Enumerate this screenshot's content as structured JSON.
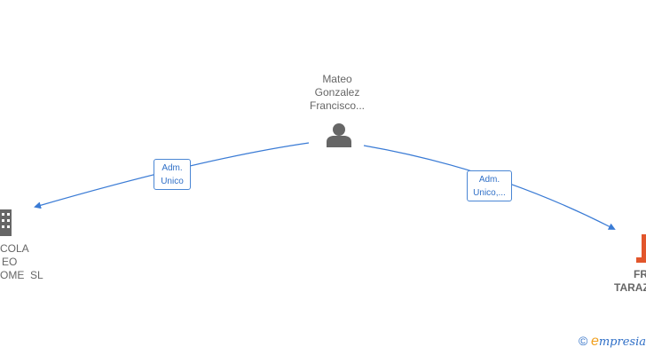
{
  "colors": {
    "edge": "#3a7bd5",
    "person_icon": "#666666",
    "company_icon": "#666666",
    "company_icon_red": "#e2562c",
    "label_text": "#666666"
  },
  "nodes": {
    "center": {
      "lines": [
        "Mateo",
        "Gonzalez",
        "Francisco..."
      ],
      "icon": "person-icon"
    },
    "left": {
      "lines": [
        "COLA",
        "EO",
        "OME  SL"
      ],
      "icon": "building-icon"
    },
    "right": {
      "lines": [
        "FR",
        "TARAZ"
      ],
      "icon": "building-icon"
    }
  },
  "edges": {
    "left": {
      "lines": [
        "Adm.",
        "Unico"
      ]
    },
    "right": {
      "lines": [
        "Adm.",
        "Unico,..."
      ]
    }
  },
  "watermark": {
    "copyright": "©",
    "brand_e": "e",
    "brand_rest": "mpresia"
  }
}
